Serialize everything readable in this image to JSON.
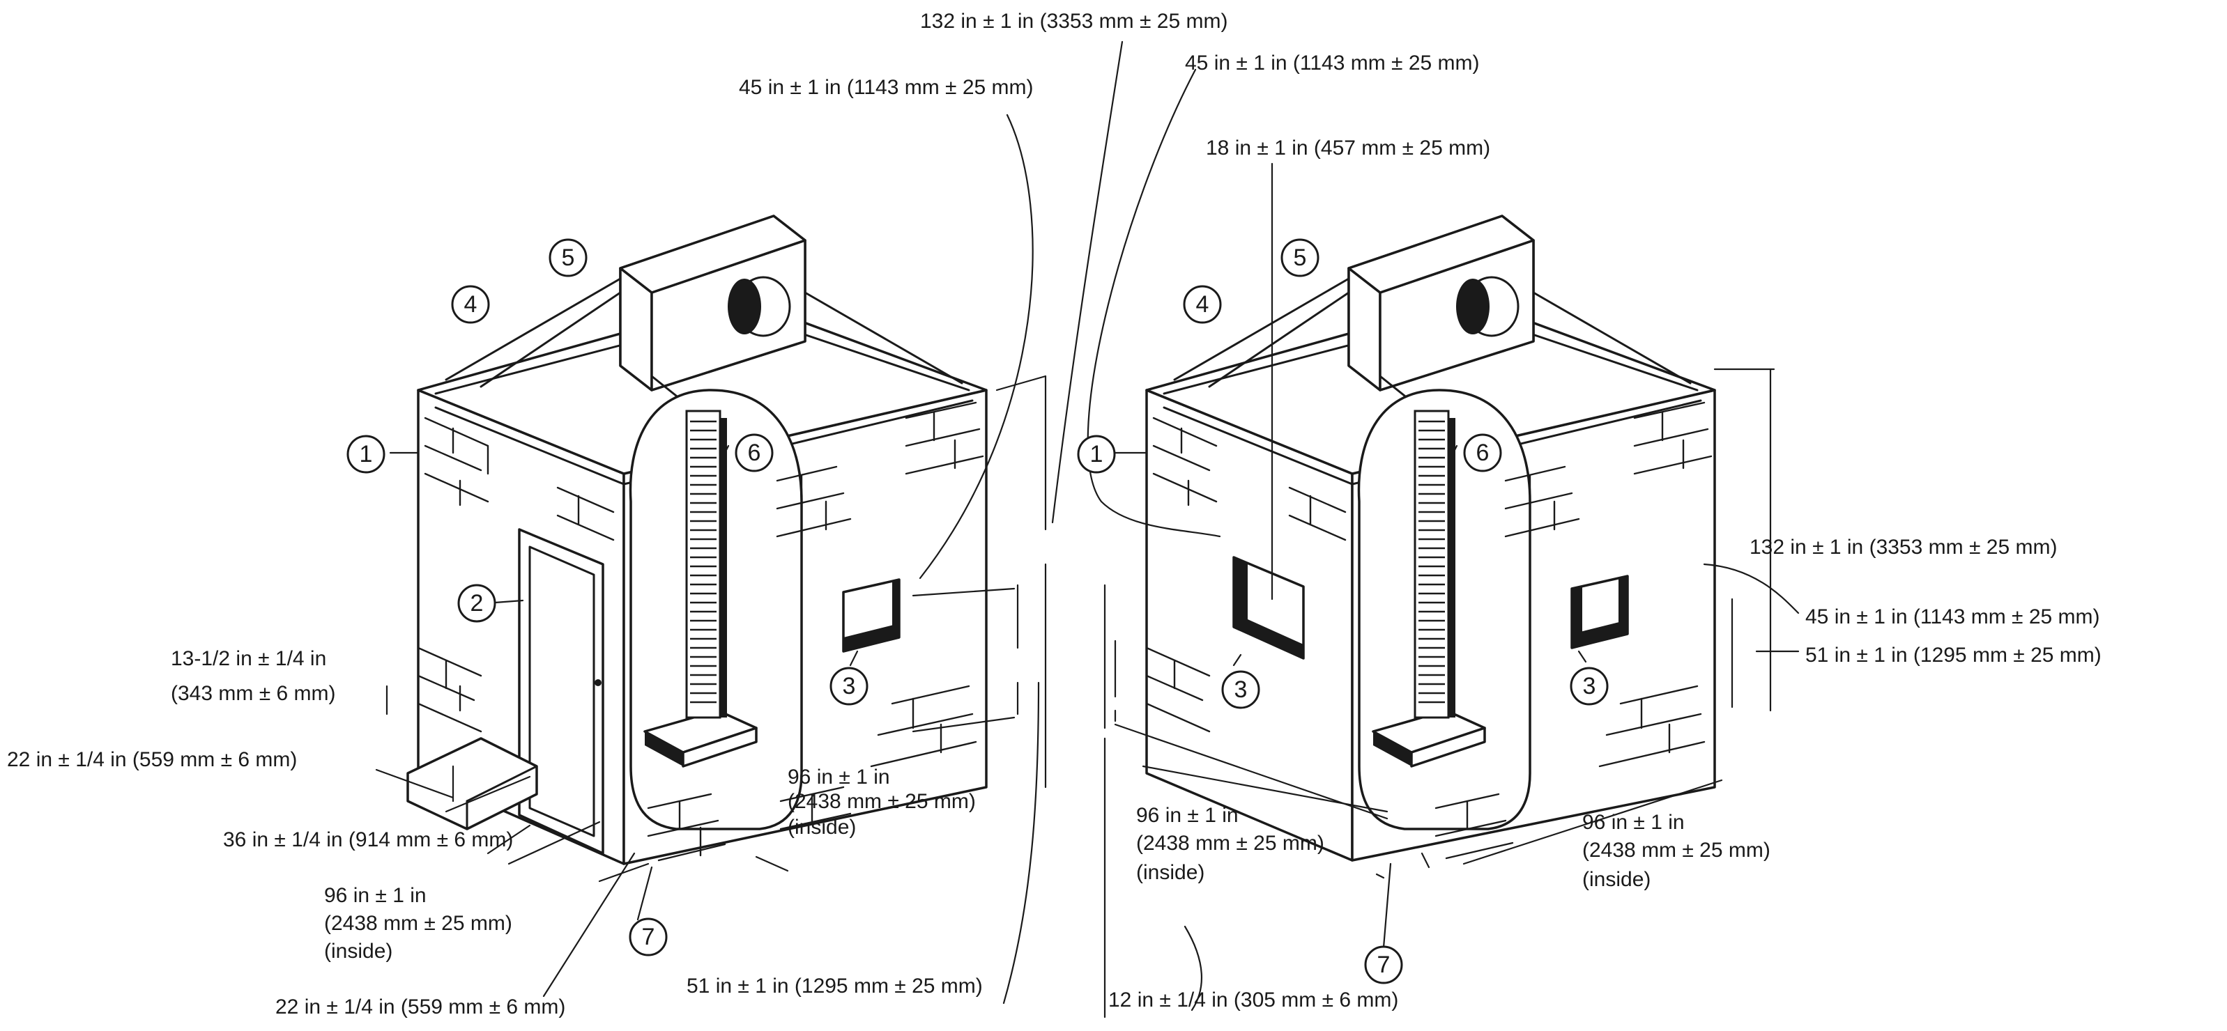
{
  "dimensions": {
    "top_total_left": "132 in ± 1 in  (3353 mm ± 25 mm)",
    "left_top_45": "45 in ± 1 in (1143 mm ± 25 mm)",
    "right_top_45": "45 in ± 1 in (1143 mm ± 25 mm)",
    "right_top_18": "18 in ± 1 in (457 mm ± 25 mm)",
    "right_side_132": "132 in ± 1 in (3353 mm ± 25 mm)",
    "right_side_45": "45 in ± 1 in  (1143 mm ± 25 mm)",
    "right_side_51": "51 in ± 1 in  (1295 mm ± 25 mm)",
    "left_step_height_line1": "13-1/2 in ± 1/4 in",
    "left_step_height_line2": "(343 mm ± 6 mm)",
    "left_step_depth": "22 in ± 1/4 in (559 mm ± 6 mm)",
    "left_door_width": "36 in ± 1/4 in (914 mm ± 6 mm)",
    "left_inside_width_line1": "96 in ± 1 in",
    "left_inside_width_line2": "(2438 mm ± 25 mm)",
    "left_inside_width_line3": "(inside)",
    "left_bottom_22": "22 in ± 1/4 in (559 mm ± 6 mm)",
    "left_bottom_51": "51 in ± 1 in (1295 mm ± 25 mm)",
    "left_center_96_line1": "96 in ± 1 in",
    "left_center_96_line2": "(2438 mm ± 25 mm)",
    "left_center_96_line3": "(inside)",
    "right_front_96_line1": "96 in ± 1 in",
    "right_front_96_line2": "(2438 mm ± 25 mm)",
    "right_front_96_line3": "(inside)",
    "right_side_96_line1": "96 in ± 1 in",
    "right_side_96_line2": "(2438 mm ± 25 mm)",
    "right_side_96_line3": "(inside)",
    "bottom_12": "12 in ± 1/4 in  (305 mm ± 6 mm)"
  },
  "callouts": {
    "c1": "1",
    "c2": "2",
    "c3": "3",
    "c4": "4",
    "c5": "5",
    "c6": "6",
    "c7": "7"
  }
}
